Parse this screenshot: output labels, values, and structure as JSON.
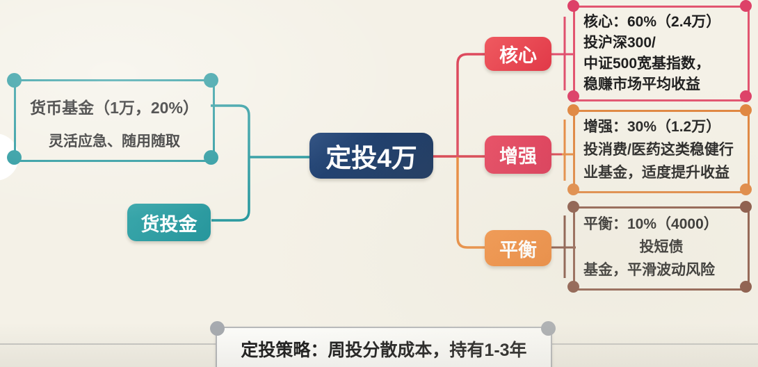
{
  "root": {
    "label": "定投4万"
  },
  "left": {
    "fund_box": {
      "line1": "货币基金（1万，20%）",
      "line2": "灵活应急、随用随取"
    },
    "tag": "货投金"
  },
  "branches": [
    {
      "label": "核心",
      "lines": [
        "核心：60%（2.4万）",
        "投沪深300/",
        "中证500宽基指数，",
        "稳赚市场平均收益"
      ]
    },
    {
      "label": "增强",
      "lines": [
        "增强：30%（1.2万）",
        "投消费/医药这类稳健行",
        "业基金，适度提升收益"
      ]
    },
    {
      "label": "平衡",
      "lines": [
        "平衡：10%（4000）",
        "投短债",
        "基金，平滑波动风险"
      ]
    }
  ],
  "footer": {
    "text": "定投策略：周投分散成本，持有1-3年"
  },
  "colors": {
    "background": "#f4f1e7",
    "teal": "#2b9aa0",
    "navy": "#1d3b66",
    "core_red": "#e6454f",
    "enhance_crimson": "#df3a55",
    "balance_orange": "#ee8736",
    "detail_border_pink": "#e25570",
    "detail_border_orange": "#e0853e",
    "detail_border_brown": "#8a5746",
    "footer_gray": "#a7abb0",
    "text": "#1f1f1f"
  }
}
